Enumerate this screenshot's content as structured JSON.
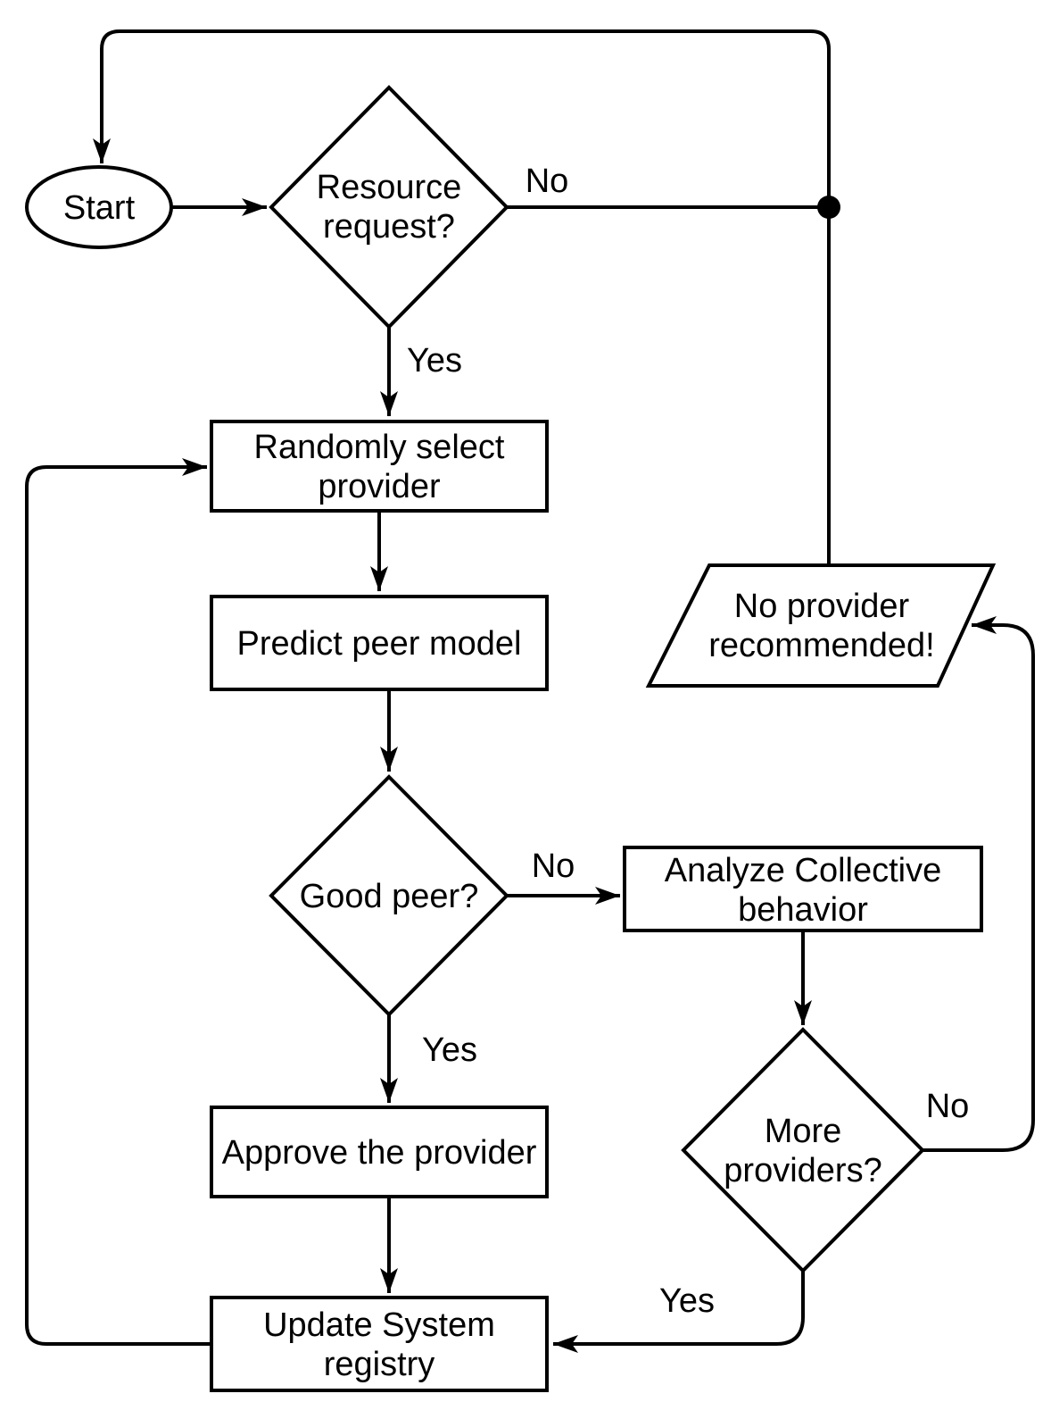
{
  "flowchart": {
    "colors": {
      "background": "#ffffff",
      "stroke": "#000000",
      "text": "#000000"
    },
    "nodes": {
      "start": {
        "shape": "ellipse",
        "label": "Start"
      },
      "resource_request": {
        "shape": "decision",
        "line1": "Resource",
        "line2": "request?"
      },
      "randomly_select_provider": {
        "shape": "process",
        "line1": "Randomly select",
        "line2": "provider"
      },
      "predict_peer_model": {
        "shape": "process",
        "label": "Predict peer model"
      },
      "good_peer": {
        "shape": "decision",
        "label": "Good peer?"
      },
      "analyze_collective_behavior": {
        "shape": "process",
        "line1": "Analyze Collective",
        "line2": "behavior"
      },
      "more_providers": {
        "shape": "decision",
        "line1": "More",
        "line2": "providers?"
      },
      "approve_the_provider": {
        "shape": "process",
        "label": "Approve the provider"
      },
      "update_system_registry": {
        "shape": "process",
        "line1": "Update System",
        "line2": "registry"
      },
      "no_provider_recommended": {
        "shape": "data",
        "line1": "No provider",
        "line2": "recommended!"
      }
    },
    "edge_labels": {
      "resource_request_no": "No",
      "resource_request_yes": "Yes",
      "good_peer_no": "No",
      "good_peer_yes": "Yes",
      "more_providers_no": "No",
      "more_providers_yes": "Yes"
    }
  }
}
